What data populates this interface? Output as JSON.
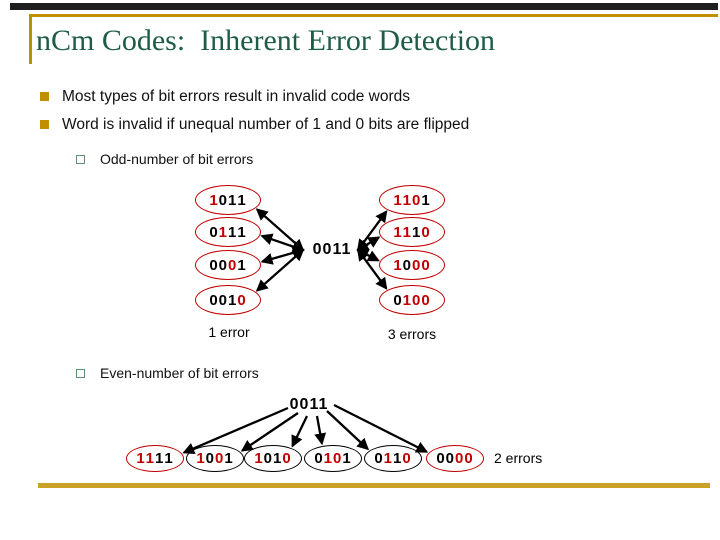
{
  "title": "nCm Codes:  Inherent Error Detection",
  "bullets": [
    "Most types of bit errors result in invalid code words",
    "Word is invalid if unequal number of 1 and 0 bits are flipped"
  ],
  "sections": {
    "odd": {
      "label": "Odd-number of bit errors",
      "center_code": "0011",
      "left_column": [
        {
          "code": "1011",
          "red_digits": [
            0
          ],
          "outline": "red"
        },
        {
          "code": "0111",
          "red_digits": [
            1
          ],
          "outline": "red"
        },
        {
          "code": "0001",
          "red_digits": [
            2
          ],
          "outline": "red"
        },
        {
          "code": "0010",
          "red_digits": [
            3
          ],
          "outline": "red"
        }
      ],
      "right_column": [
        {
          "code": "1101",
          "red_digits": [
            0,
            1,
            2
          ],
          "outline": "red"
        },
        {
          "code": "1110",
          "red_digits": [
            0,
            1,
            3
          ],
          "outline": "red"
        },
        {
          "code": "1000",
          "red_digits": [
            0,
            2,
            3
          ],
          "outline": "red"
        },
        {
          "code": "0100",
          "red_digits": [
            1,
            2,
            3
          ],
          "outline": "red"
        }
      ],
      "left_label": "1 error",
      "right_label": "3 errors"
    },
    "even": {
      "label": "Even-number of bit errors",
      "center_code": "0011",
      "row": [
        {
          "code": "1111",
          "red_digits": [
            0,
            1
          ],
          "outline": "red"
        },
        {
          "code": "1001",
          "red_digits": [
            0,
            2
          ],
          "outline": "black"
        },
        {
          "code": "1010",
          "red_digits": [
            0,
            3
          ],
          "outline": "black"
        },
        {
          "code": "0101",
          "red_digits": [
            1,
            2
          ],
          "outline": "black"
        },
        {
          "code": "0110",
          "red_digits": [
            1,
            3
          ],
          "outline": "black"
        },
        {
          "code": "0000",
          "red_digits": [
            2,
            3
          ],
          "outline": "red"
        }
      ],
      "row_label": "2 errors"
    }
  },
  "colors": {
    "gold_accent": "#BF9000",
    "dark_bar": "#1F1F1F",
    "title_green": "#1E5C48",
    "error_red": "#C00000",
    "code_black": "#000000",
    "subbullet_green": "#5E8F6E"
  }
}
